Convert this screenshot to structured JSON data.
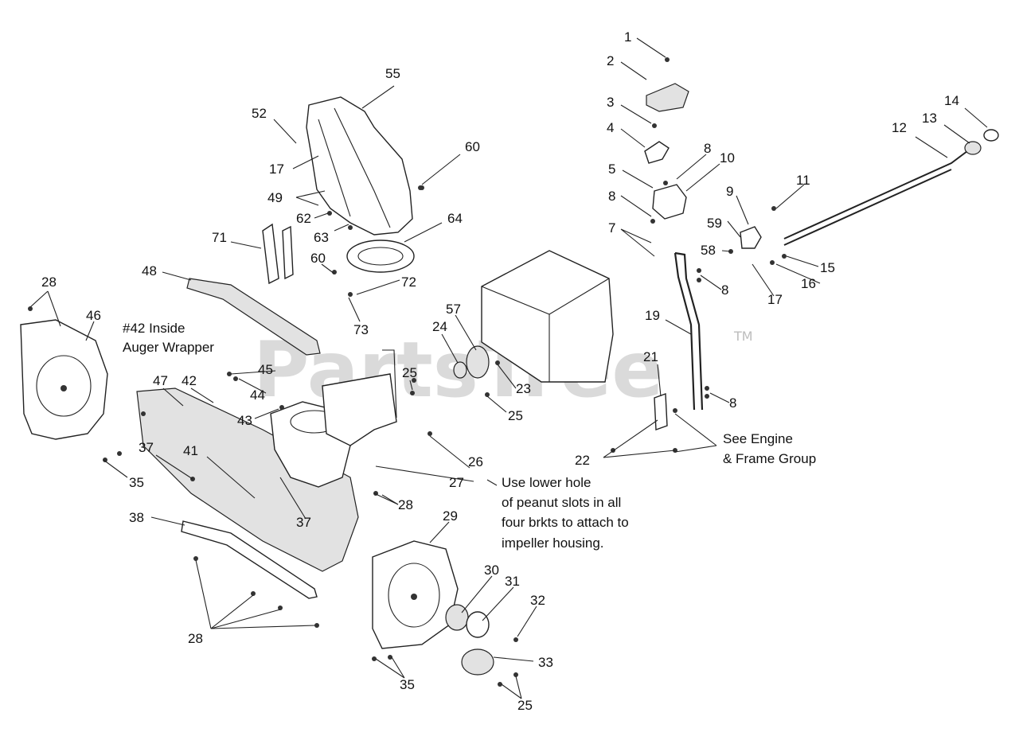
{
  "watermark": {
    "text": "PartsTree",
    "trademark": "TM"
  },
  "notes": {
    "inside_auger_1": "#42 Inside",
    "inside_auger_2": "Auger Wrapper",
    "engine_1": "See Engine",
    "engine_2": "& Frame Group",
    "lower_hole_1": "Use lower hole",
    "lower_hole_2": "of peanut slots in all",
    "lower_hole_3": "four brkts to attach to",
    "lower_hole_4": "impeller housing."
  },
  "callouts": [
    "1",
    "2",
    "3",
    "4",
    "5",
    "8",
    "10",
    "11",
    "9",
    "8",
    "7",
    "59",
    "58",
    "15",
    "16",
    "17",
    "8",
    "12",
    "13",
    "14",
    "19",
    "21",
    "8",
    "22",
    "55",
    "52",
    "17",
    "60",
    "49",
    "62",
    "63",
    "64",
    "71",
    "60",
    "72",
    "73",
    "48",
    "28",
    "46",
    "57",
    "24",
    "25",
    "23",
    "25",
    "45",
    "44",
    "43",
    "42",
    "47",
    "37",
    "41",
    "35",
    "26",
    "27",
    "37",
    "28",
    "38",
    "29",
    "30",
    "31",
    "32",
    "33",
    "35",
    "25",
    "28"
  ]
}
